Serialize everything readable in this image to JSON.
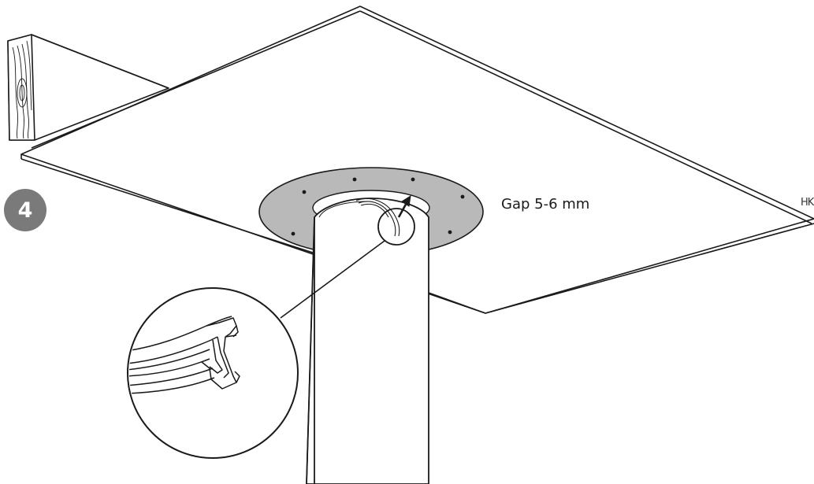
{
  "step": {
    "number": "4"
  },
  "annotation": {
    "gap_text": "Gap 5-6 mm"
  },
  "corner_mark": "HK",
  "colors": {
    "line": "#1a1a1a",
    "collar_fill": "#b9b9b9",
    "badge_fill": "#7a7a7a",
    "badge_text": "#ffffff"
  },
  "icons": {
    "detail_magnifier": "seal-profile-detail-icon",
    "arrow": "arrow-up-icon"
  }
}
